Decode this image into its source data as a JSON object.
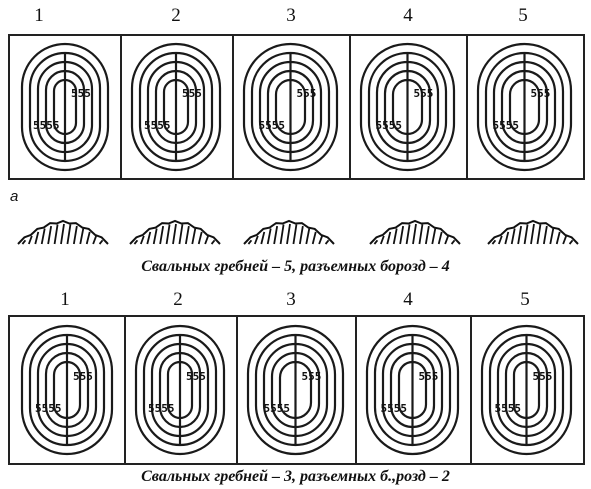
{
  "panel_a": {
    "label": "а",
    "numbers": [
      "1",
      "2",
      "3",
      "4",
      "5"
    ],
    "caption": "Свальных гребней – 5, разъемных борозд – 4",
    "furrow_marks": [
      {
        "upper": "555",
        "lower": "5555"
      },
      {
        "upper": "555",
        "lower": "5555"
      },
      {
        "upper": "555",
        "lower": "5555"
      },
      {
        "upper": "555",
        "lower": "5555"
      },
      {
        "upper": "555",
        "lower": "5555"
      }
    ],
    "profiles": [
      "ridge-profile-1",
      "ridge-profile-2",
      "ridge-profile-3",
      "ridge-profile-4",
      "ridge-profile-5"
    ]
  },
  "panel_b": {
    "numbers": [
      "1",
      "2",
      "3",
      "4",
      "5"
    ],
    "caption": "Свальных гребней – 3, разъемных б.,розд – 2",
    "furrow_marks": [
      {
        "upper": "555",
        "lower": "5555"
      },
      {
        "upper": "555",
        "lower": "5555"
      },
      {
        "upper": "555",
        "lower": "5555"
      },
      {
        "upper": "555",
        "lower": "5555"
      },
      {
        "upper": "555",
        "lower": "5555"
      }
    ]
  }
}
